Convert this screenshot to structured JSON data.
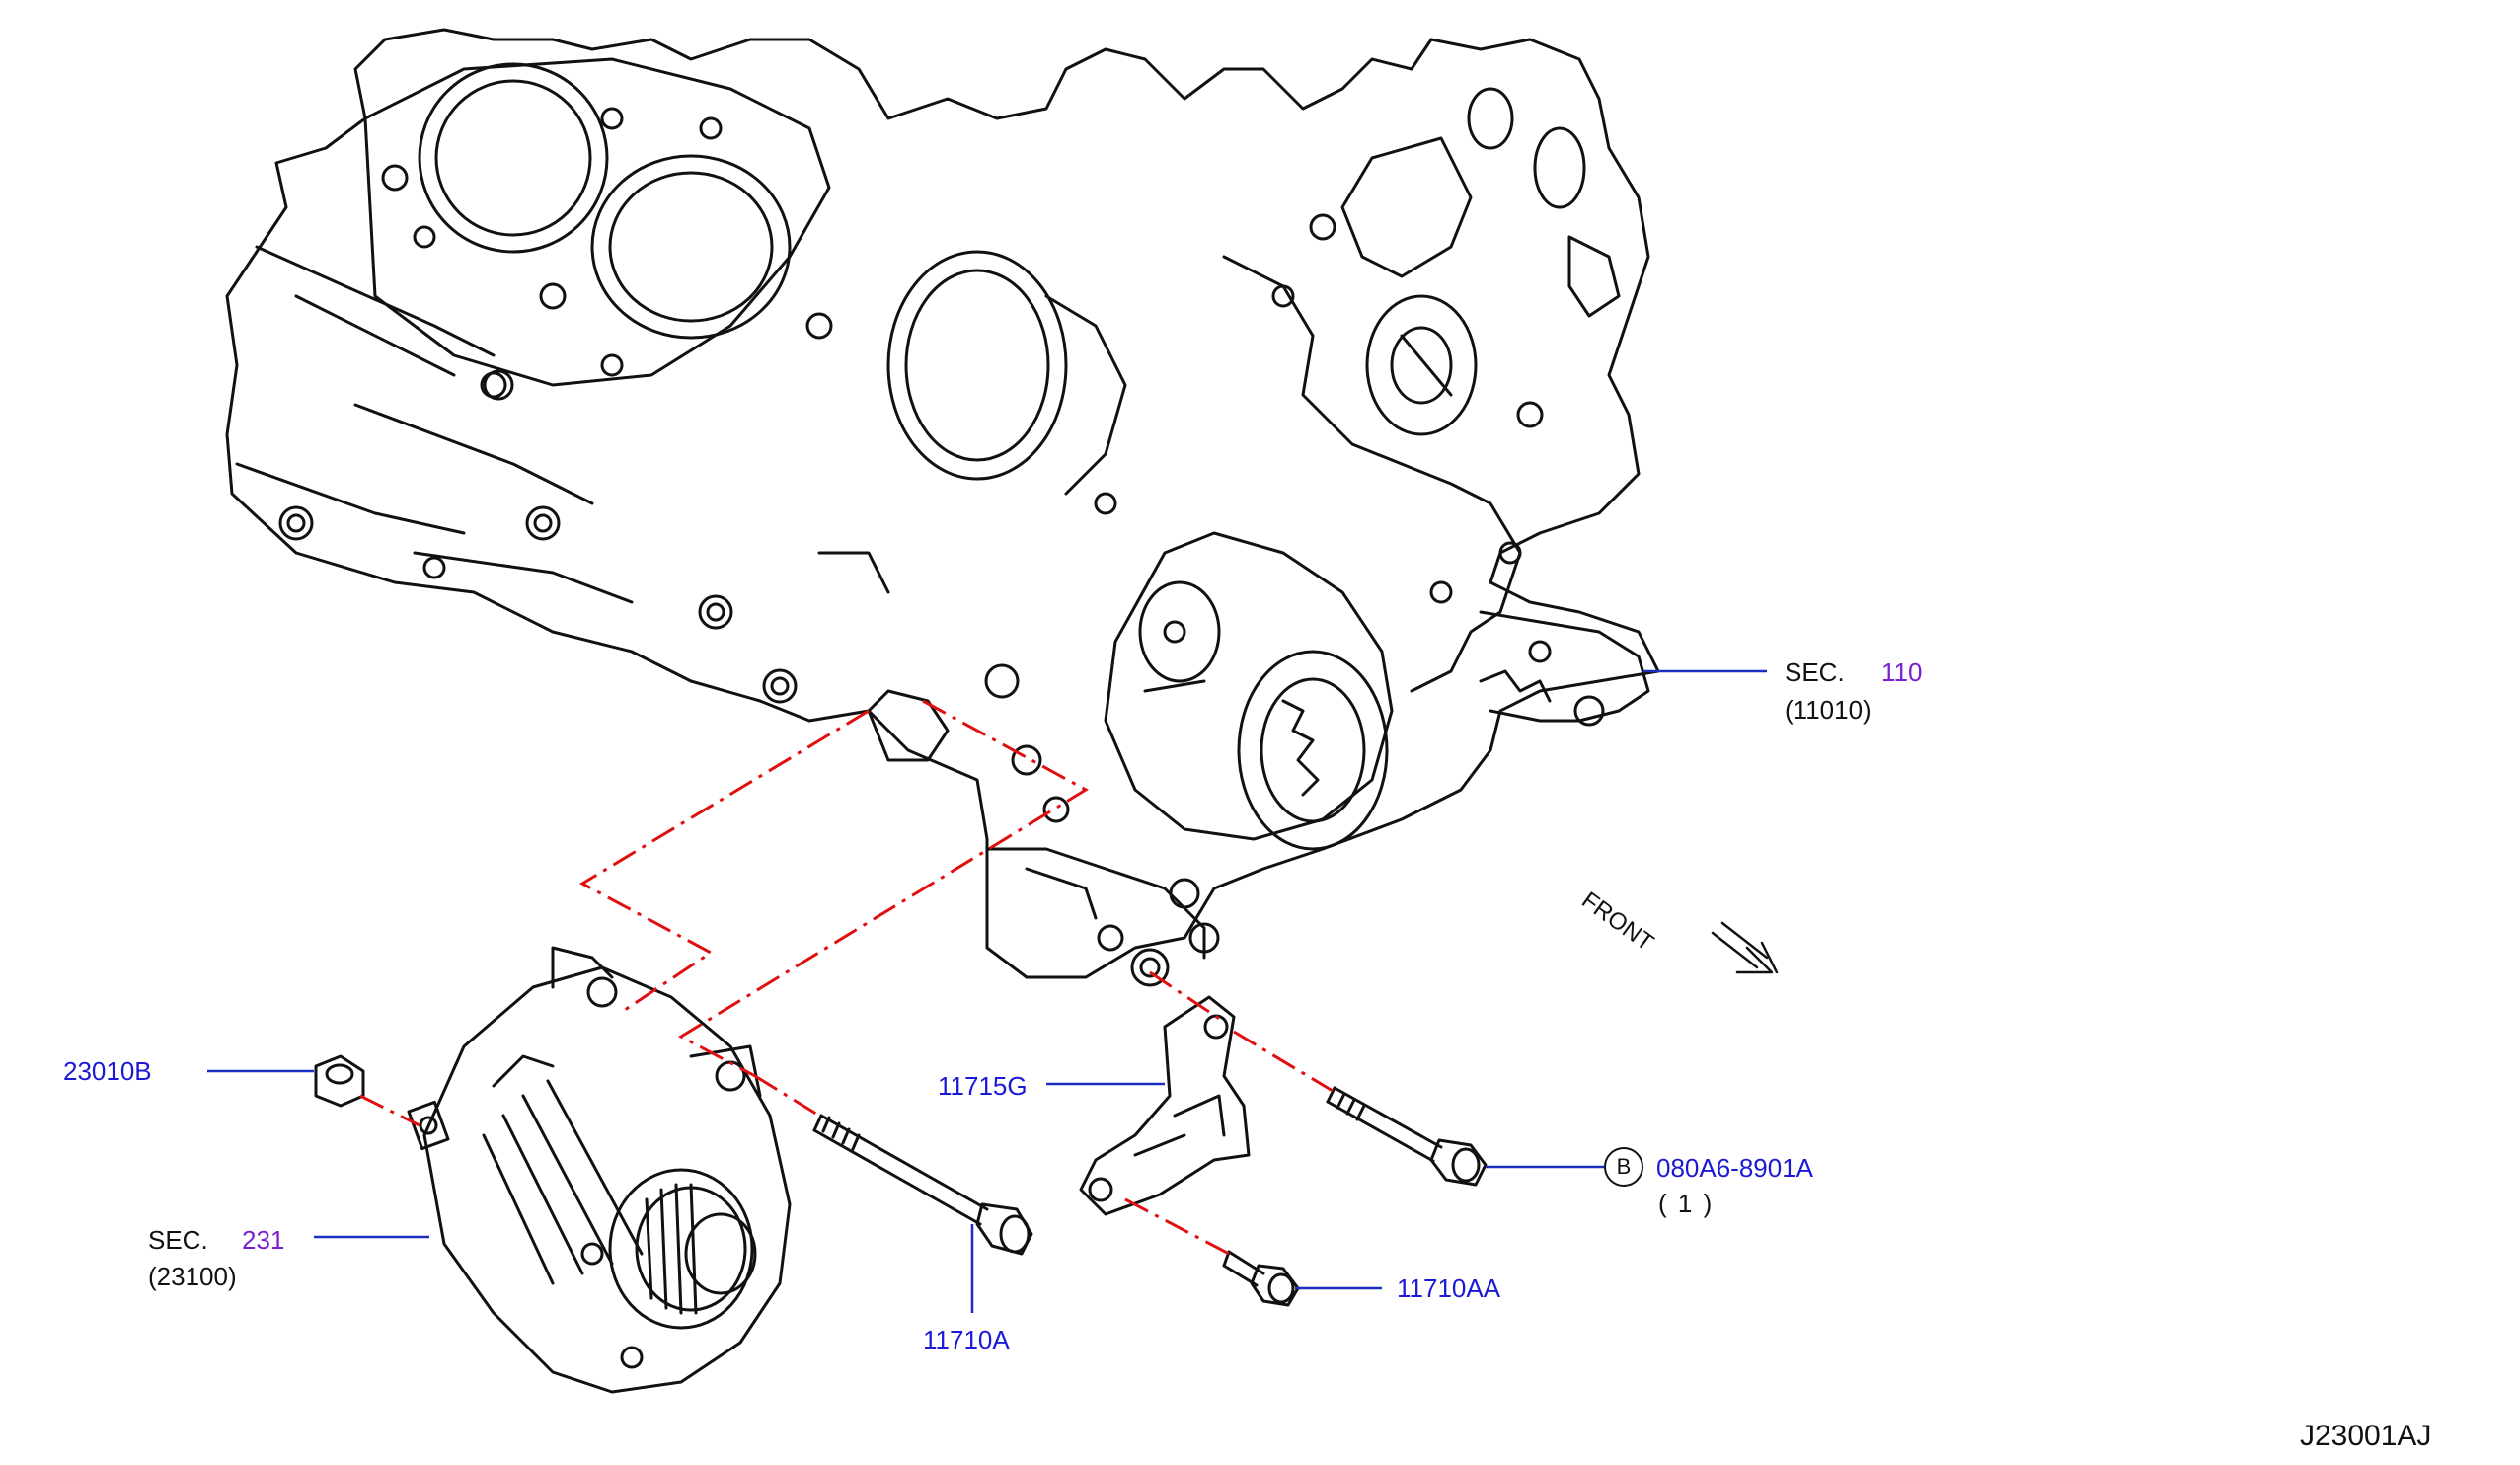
{
  "diagram_code": "J23001AJ",
  "labels": {
    "sec110_prefix": "SEC.",
    "sec110_number": "110",
    "sec110_sub": "(11010)",
    "sec231_prefix": "SEC.",
    "sec231_number": "231",
    "sec231_sub": "(23100)",
    "part_23010B": "23010B",
    "part_11715G": "11715G",
    "part_11710A": "11710A",
    "part_11710AA": "11710AA",
    "part_080A6": "080A6-8901A",
    "part_080A6_qty": "(  1  )",
    "circle_b": "B",
    "front": "FRONT"
  },
  "colors": {
    "outline": "#111111",
    "leader": "#1a2fbf",
    "part_number": "#1a1ad6",
    "sec_number": "#7a1fd0",
    "center_line": "#e01010"
  }
}
